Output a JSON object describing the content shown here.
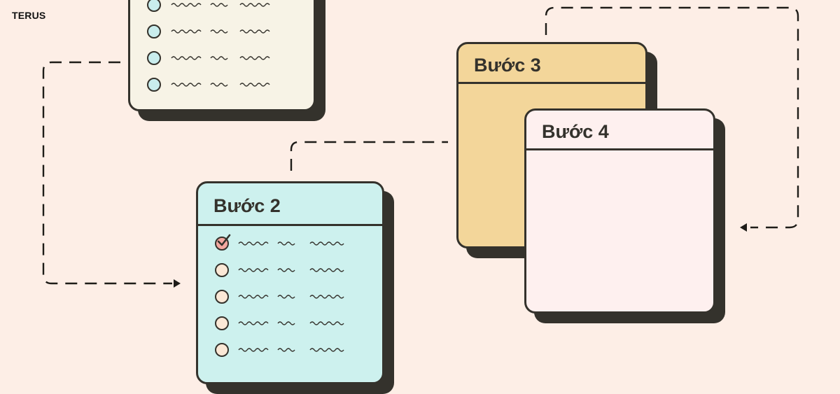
{
  "brand": "TERUS",
  "colors": {
    "background": "#fdeee6",
    "outline": "#34322c",
    "card1_fill": "#f7f3e6",
    "card2_fill": "#cdf1ee",
    "card3_fill": "#f3d69a",
    "card4_fill": "#fef0ef",
    "checked_fill": "#f3a8a0"
  },
  "cards": [
    {
      "id": "card1",
      "title": "",
      "items": [
        false,
        false,
        false,
        false,
        false
      ]
    },
    {
      "id": "card2",
      "title": "Bước 2",
      "items": [
        true,
        false,
        false,
        false,
        false
      ]
    },
    {
      "id": "card3",
      "title": "Bước 3",
      "items": []
    },
    {
      "id": "card4",
      "title": "Bước 4",
      "items": []
    }
  ],
  "icons": {
    "placeholder_text": "scribble-text-icon",
    "checked_item": "check-circle-icon",
    "unchecked_item": "radio-circle-icon",
    "arrow": "arrow-head-icon"
  }
}
